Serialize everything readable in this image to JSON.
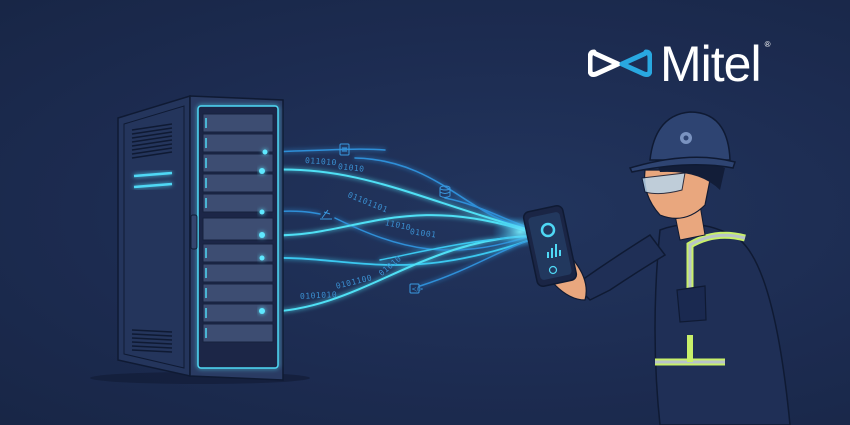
{
  "brand": {
    "name": "Mitel",
    "registered_mark": "®",
    "logo_icon": "mitel-bowtie-icon",
    "colors": {
      "wordmark": "#ffffff",
      "accent": "#29a8e0",
      "background": "#1d2d52"
    }
  },
  "illustration": {
    "server_rack": {
      "icon": "server-rack-icon",
      "units": 11
    },
    "data_streams": {
      "binary_labels": [
        "011010",
        "01010",
        "01101101",
        "11010",
        "01001",
        "01010",
        "0101010",
        "0101100"
      ],
      "icons": [
        "document-icon",
        "database-icon",
        "user-network-icon",
        "code-icon"
      ]
    },
    "smartphone": {
      "icon": "smartphone-dashboard-icon"
    },
    "technician": {
      "icon": "technician-hardhat-icon",
      "helmet_badge": "gear-icon"
    },
    "colors": {
      "glow": "#5ee8ff",
      "stream": "#3ac8f0",
      "vest_stripe": "#c8f06a"
    }
  }
}
